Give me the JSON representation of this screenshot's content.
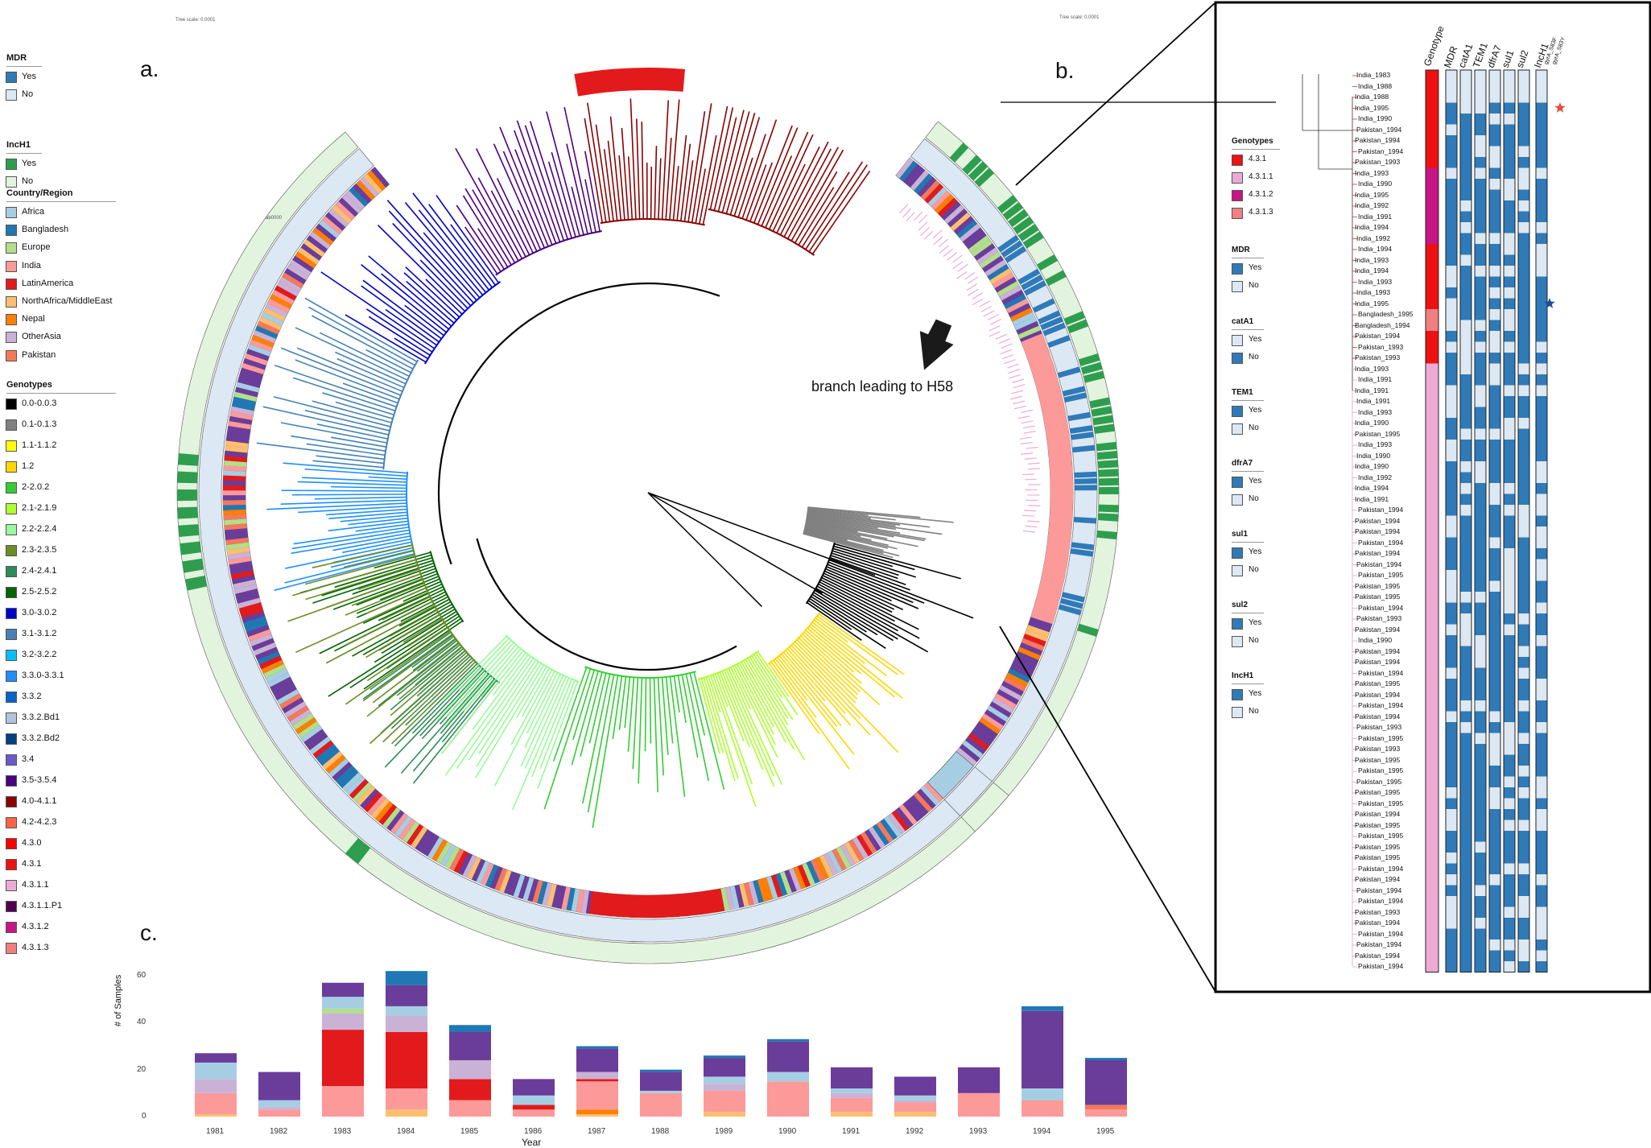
{
  "panels": {
    "a": "a.",
    "b": "b.",
    "c": "c."
  },
  "tree": {
    "scale_left": "Tree scale: 0.0001",
    "scale_right": "Tree scale: 0.0001",
    "tip_note": "ab0000",
    "annotation": "branch leading to H58"
  },
  "left_legends": {
    "mdr": {
      "title": "MDR",
      "items": [
        {
          "label": "Yes",
          "color": "#2f7ab8"
        },
        {
          "label": "No",
          "color": "#dce8f4"
        }
      ]
    },
    "inch1": {
      "title": "IncH1",
      "items": [
        {
          "label": "Yes",
          "color": "#2e9e4e"
        },
        {
          "label": "No",
          "color": "#e2f4dd"
        }
      ]
    },
    "country": {
      "title": "Country/Region",
      "items": [
        {
          "label": "Africa",
          "color": "#a6cee3"
        },
        {
          "label": "Bangladesh",
          "color": "#1f78b4"
        },
        {
          "label": "Europe",
          "color": "#b2df8a"
        },
        {
          "label": "India",
          "color": "#fb9a99"
        },
        {
          "label": "LatinAmerica",
          "color": "#e31a1c"
        },
        {
          "label": "NorthAfrica/MiddleEast",
          "color": "#fdbf6f"
        },
        {
          "label": "Nepal",
          "color": "#ff7f00"
        },
        {
          "label": "OtherAsia",
          "color": "#cab2d6"
        },
        {
          "label": "Pakistan",
          "color": "#f4795b"
        }
      ]
    },
    "genotypes": {
      "title": "Genotypes",
      "items": [
        {
          "label": "0.0-0.0.3",
          "color": "#000000"
        },
        {
          "label": "0.1-0.1.3",
          "color": "#808080"
        },
        {
          "label": "1.1-1.1.2",
          "color": "#ffff00"
        },
        {
          "label": "1.2",
          "color": "#ffd700"
        },
        {
          "label": "2-2.0.2",
          "color": "#32cd32"
        },
        {
          "label": "2.1-2.1.9",
          "color": "#adff2f"
        },
        {
          "label": "2.2-2.2.4",
          "color": "#98fb98"
        },
        {
          "label": "2.3-2.3.5",
          "color": "#6b8e23"
        },
        {
          "label": "2.4-2.4.1",
          "color": "#2e8b57"
        },
        {
          "label": "2.5-2.5.2",
          "color": "#006400"
        },
        {
          "label": "3.0-3.0.2",
          "color": "#0000cd"
        },
        {
          "label": "3.1-3.1.2",
          "color": "#4682b4"
        },
        {
          "label": "3.2-3.2.2",
          "color": "#00bfff"
        },
        {
          "label": "3.3.0-3.3.1",
          "color": "#1e90ff"
        },
        {
          "label": "3.3.2",
          "color": "#0066cc"
        },
        {
          "label": "3.3.2.Bd1",
          "color": "#b0c4de"
        },
        {
          "label": "3.3.2.Bd2",
          "color": "#004080"
        },
        {
          "label": "3.4",
          "color": "#6a5acd"
        },
        {
          "label": "3.5-3.5.4",
          "color": "#4b0082"
        },
        {
          "label": "4.0-4.1.1",
          "color": "#8b0000"
        },
        {
          "label": "4.2-4.2.3",
          "color": "#ff6347"
        },
        {
          "label": "4.3.0",
          "color": "#ff0000"
        },
        {
          "label": "4.3.1",
          "color": "#ee1111"
        },
        {
          "label": "4.3.1.1",
          "color": "#eeaad6"
        },
        {
          "label": "4.3.1.1.P1",
          "color": "#500050"
        },
        {
          "label": "4.3.1.2",
          "color": "#c71585"
        },
        {
          "label": "4.3.1.3",
          "color": "#f08080"
        }
      ]
    }
  },
  "right_legends": {
    "genotypes": {
      "title": "Genotypes",
      "items": [
        {
          "label": "4.3.1",
          "color": "#ee1111"
        },
        {
          "label": "4.3.1.1",
          "color": "#eeaad6"
        },
        {
          "label": "4.3.1.2",
          "color": "#c71585"
        },
        {
          "label": "4.3.1.3",
          "color": "#f08080"
        }
      ]
    },
    "mdr": {
      "title": "MDR",
      "items": [
        {
          "label": "Yes",
          "color": "#2f7ab8"
        },
        {
          "label": "No",
          "color": "#dce8f4"
        }
      ]
    },
    "catA1": {
      "title": "catA1",
      "items": [
        {
          "label": "Yes",
          "color": "#dce8f4"
        },
        {
          "label": "No",
          "color": "#2f7ab8"
        }
      ]
    },
    "tem1": {
      "title": "TEM1",
      "items": [
        {
          "label": "Yes",
          "color": "#2f7ab8"
        },
        {
          "label": "No",
          "color": "#dce8f4"
        }
      ]
    },
    "dfrA7": {
      "title": "dfrA7",
      "items": [
        {
          "label": "Yes",
          "color": "#2f7ab8"
        },
        {
          "label": "No",
          "color": "#dce8f4"
        }
      ]
    },
    "sul1": {
      "title": "sul1",
      "items": [
        {
          "label": "Yes",
          "color": "#2f7ab8"
        },
        {
          "label": "No",
          "color": "#dce8f4"
        }
      ]
    },
    "sul2": {
      "title": "sul2",
      "items": [
        {
          "label": "Yes",
          "color": "#2f7ab8"
        },
        {
          "label": "No",
          "color": "#dce8f4"
        }
      ]
    },
    "inch1": {
      "title": "IncH1",
      "items": [
        {
          "label": "Yes",
          "color": "#2f7ab8"
        },
        {
          "label": "No",
          "color": "#dce8f4"
        }
      ]
    }
  },
  "heatmap": {
    "columns": [
      "Genotype",
      "MDR",
      "catA1",
      "TEM1",
      "dfrA7",
      "sul1",
      "sul2",
      "IncH1"
    ],
    "small_columns": [
      "gyrA_S83F",
      "gyrA_S83Y"
    ],
    "tips": [
      "India_1983",
      "India_1988",
      "India_1988",
      "India_1995",
      "India_1990",
      "Pakistan_1994",
      "Pakistan_1994",
      "Pakistan_1994",
      "Pakistan_1993",
      "India_1993",
      "India_1990",
      "India_1995",
      "India_1992",
      "India_1991",
      "India_1994",
      "India_1992",
      "India_1994",
      "India_1993",
      "India_1994",
      "India_1993",
      "India_1993",
      "India_1995",
      "Bangladesh_1995",
      "Bangladesh_1994",
      "Pakistan_1994",
      "Pakistan_1993",
      "Pakistan_1993",
      "India_1993",
      "India_1991",
      "India_1991",
      "India_1991",
      "India_1993",
      "India_1990",
      "Pakistan_1995",
      "India_1993",
      "India_1990",
      "India_1990",
      "India_1992",
      "India_1994",
      "India_1991",
      "Pakistan_1994",
      "Pakistan_1994",
      "Pakistan_1994",
      "Pakistan_1994",
      "Pakistan_1994",
      "Pakistan_1994",
      "Pakistan_1995",
      "Pakistan_1995",
      "Pakistan_1995",
      "Pakistan_1994",
      "Pakistan_1993",
      "Pakistan_1994",
      "India_1990",
      "Pakistan_1994",
      "Pakistan_1994",
      "Pakistan_1994",
      "Pakistan_1995",
      "Pakistan_1994",
      "Pakistan_1994",
      "Pakistan_1994",
      "Pakistan_1993",
      "Pakistan_1995",
      "Pakistan_1993",
      "Pakistan_1995",
      "Pakistan_1995",
      "Pakistan_1995",
      "Pakistan_1995",
      "Pakistan_1995",
      "Pakistan_1994",
      "Pakistan_1995",
      "Pakistan_1995",
      "Pakistan_1995",
      "Pakistan_1995",
      "Pakistan_1994",
      "Pakistan_1994",
      "Pakistan_1994",
      "Pakistan_1994",
      "Pakistan_1993",
      "Pakistan_1994",
      "Pakistan_1994",
      "Pakistan_1994",
      "Pakistan_1994",
      "Pakistan_1994"
    ]
  },
  "bar_chart": {
    "type": "bar",
    "stacked": true,
    "ylabel": "# of Samples",
    "xlabel": "Year",
    "ylim": [
      0,
      60
    ],
    "yticks": [
      0,
      20,
      40,
      60
    ],
    "categories": [
      "1981",
      "1982",
      "1983",
      "1984",
      "1985",
      "1986",
      "1987",
      "1988",
      "1989",
      "1990",
      "1991",
      "1992",
      "1993",
      "1994",
      "1995"
    ],
    "series": [
      {
        "color": "#fdbf6f",
        "values": [
          1,
          0,
          0,
          3,
          0,
          0,
          1,
          0,
          2,
          0,
          2,
          2,
          0,
          0,
          0
        ]
      },
      {
        "color": "#ff7f00",
        "values": [
          0,
          0,
          0,
          0,
          0,
          0,
          2,
          0,
          0,
          0,
          0,
          0,
          0,
          0,
          0
        ]
      },
      {
        "color": "#fb9a99",
        "values": [
          9,
          3,
          13,
          9,
          7,
          3,
          12,
          10,
          9,
          15,
          6,
          4,
          10,
          7,
          3
        ]
      },
      {
        "color": "#f4795b",
        "values": [
          0,
          0,
          0,
          0,
          0,
          0,
          0,
          0,
          0,
          0,
          0,
          0,
          0,
          0,
          2
        ]
      },
      {
        "color": "#e31a1c",
        "values": [
          0,
          0,
          24,
          24,
          9,
          2,
          1,
          0,
          0,
          0,
          0,
          0,
          0,
          0,
          0
        ]
      },
      {
        "color": "#cab2d6",
        "values": [
          6,
          1,
          7,
          7,
          8,
          0,
          3,
          0,
          3,
          0,
          2,
          1,
          0,
          0,
          0
        ]
      },
      {
        "color": "#b2df8a",
        "values": [
          0,
          0,
          2,
          0,
          0,
          0,
          0,
          0,
          0,
          0,
          0,
          0,
          0,
          0,
          0
        ]
      },
      {
        "color": "#a6cee3",
        "values": [
          7,
          3,
          5,
          4,
          0,
          4,
          0,
          1,
          3,
          4,
          2,
          2,
          0,
          5,
          0
        ]
      },
      {
        "color": "#6a3d9a",
        "values": [
          4,
          12,
          6,
          9,
          12,
          7,
          10,
          8,
          8,
          13,
          9,
          8,
          11,
          33,
          19
        ]
      },
      {
        "color": "#1f78b4",
        "values": [
          0,
          0,
          0,
          6,
          3,
          0,
          1,
          1,
          1,
          1,
          0,
          0,
          0,
          2,
          1
        ]
      }
    ]
  }
}
